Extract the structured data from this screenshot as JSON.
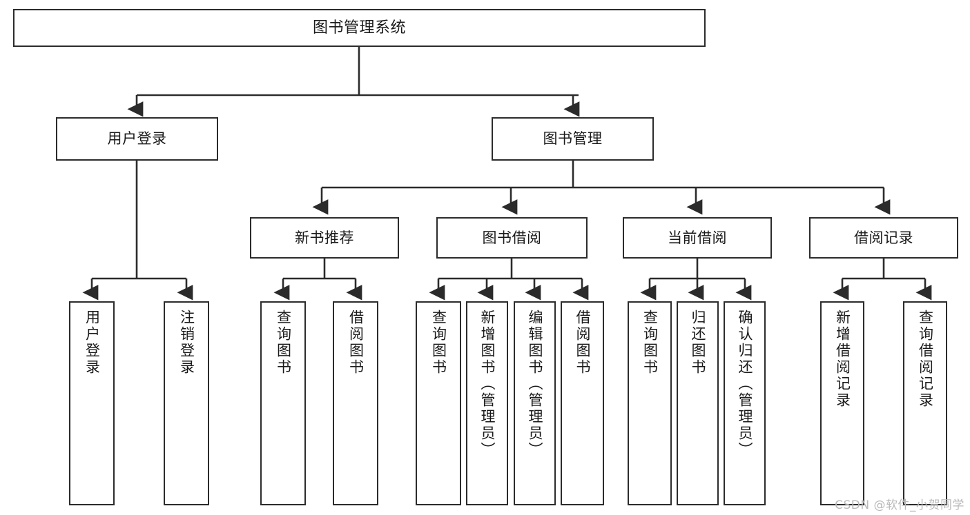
{
  "diagram": {
    "title": "图书管理系统",
    "type": "tree-hierarchy-chart",
    "orientation": "top-down",
    "box_border_color": "#2b2b2b",
    "box_fill_color": "#ffffff",
    "edge_color": "#2b2b2b",
    "nodes": {
      "root": {
        "label": "图书管理系统",
        "level": 0
      },
      "level2": [
        {
          "id": "user-login",
          "label": "用户登录",
          "level": 1
        },
        {
          "id": "book-manage",
          "label": "图书管理",
          "level": 1
        }
      ],
      "level3": [
        {
          "id": "new-book-rec",
          "label": "新书推荐",
          "level": 2,
          "parent": "book-manage"
        },
        {
          "id": "book-borrow",
          "label": "图书借阅",
          "level": 2,
          "parent": "book-manage"
        },
        {
          "id": "current-borrow",
          "label": "当前借阅",
          "level": 2,
          "parent": "book-manage"
        },
        {
          "id": "borrow-record",
          "label": "借阅记录",
          "level": 2,
          "parent": "book-manage"
        }
      ],
      "leaves": [
        {
          "id": "leaf-user-login",
          "label": "用户登录",
          "parent": "user-login"
        },
        {
          "id": "leaf-logout-login",
          "label": "注销登录",
          "parent": "user-login"
        },
        {
          "id": "leaf-query-book-rec",
          "label": "查询图书",
          "parent": "new-book-rec"
        },
        {
          "id": "leaf-borrow-book-rec",
          "label": "借阅图书",
          "parent": "new-book-rec"
        },
        {
          "id": "leaf-query-book-bor",
          "label": "查询图书",
          "parent": "book-borrow"
        },
        {
          "id": "leaf-add-book",
          "label": "新增图书（管理员）",
          "parent": "book-borrow"
        },
        {
          "id": "leaf-edit-book",
          "label": "编辑图书（管理员）",
          "parent": "book-borrow"
        },
        {
          "id": "leaf-borrow-book",
          "label": "借阅图书",
          "parent": "book-borrow"
        },
        {
          "id": "leaf-query-book-cur",
          "label": "查询图书",
          "parent": "current-borrow"
        },
        {
          "id": "leaf-return-book",
          "label": "归还图书",
          "parent": "current-borrow"
        },
        {
          "id": "leaf-confirm-return",
          "label": "确认归还（管理员）",
          "parent": "current-borrow"
        },
        {
          "id": "leaf-add-record",
          "label": "新增借阅记录",
          "parent": "borrow-record"
        },
        {
          "id": "leaf-query-record",
          "label": "查询借阅记录",
          "parent": "borrow-record"
        }
      ]
    }
  },
  "watermark": {
    "text": "CSDN @软件_小贺同学"
  }
}
